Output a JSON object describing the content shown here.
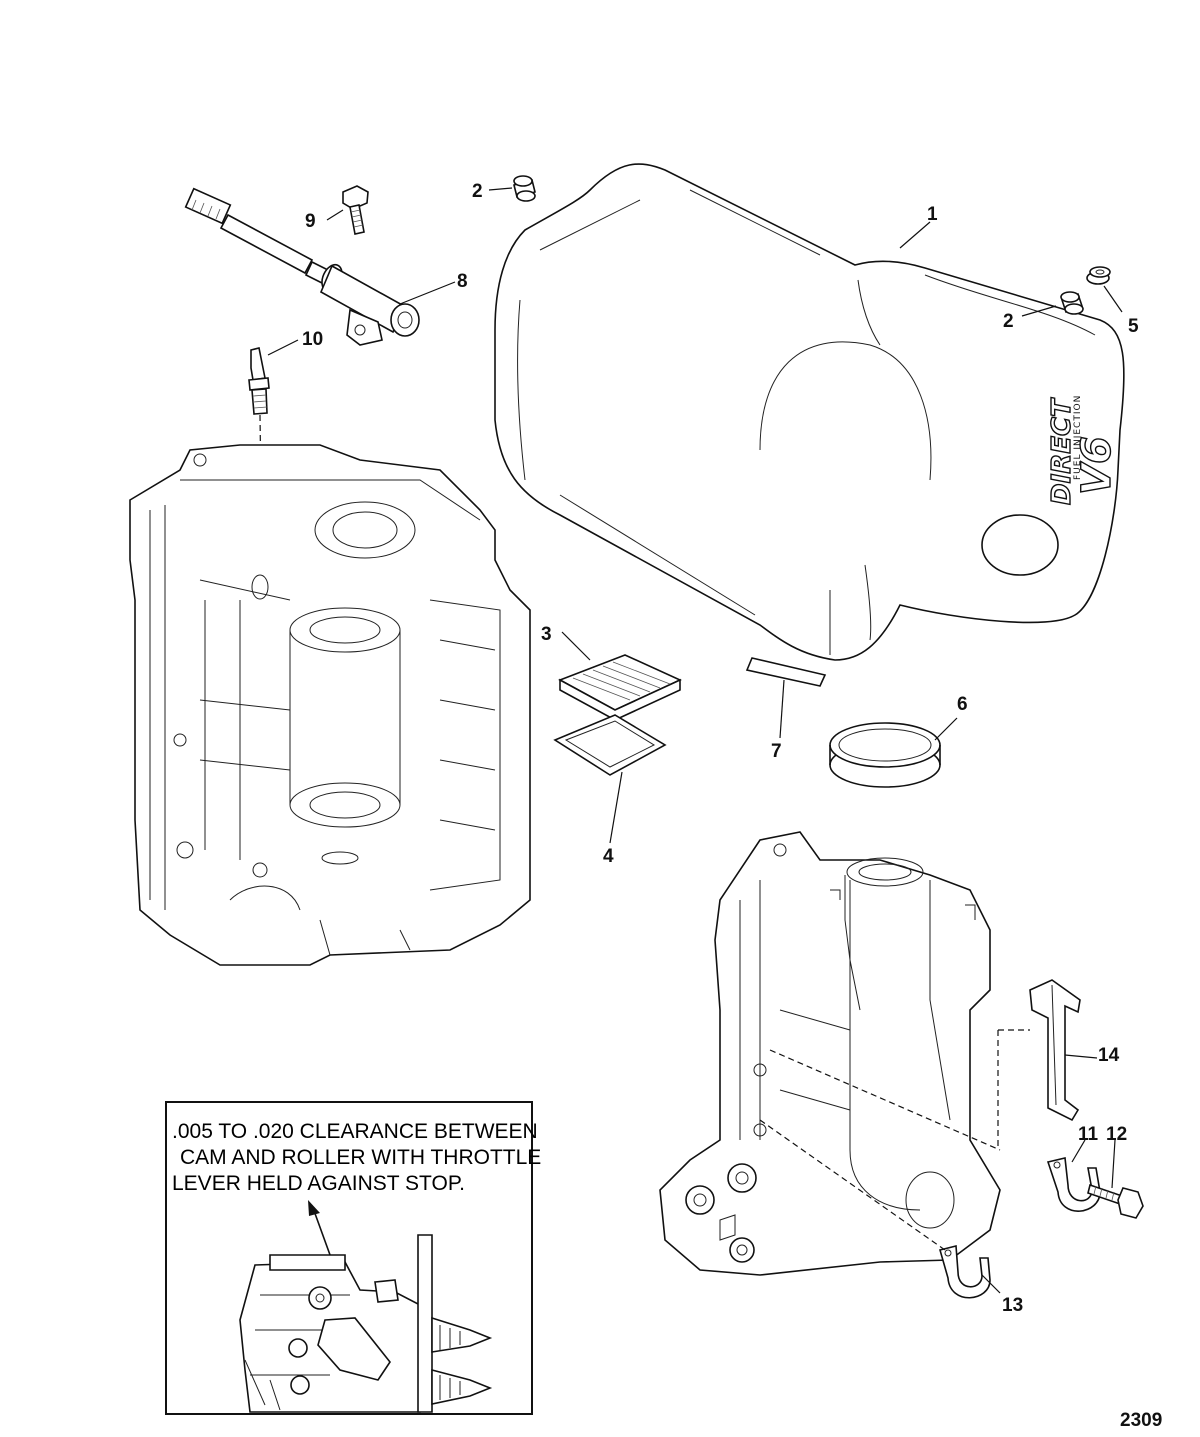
{
  "callouts": [
    {
      "id": "1",
      "label": "1"
    },
    {
      "id": "2a",
      "label": "2"
    },
    {
      "id": "2b",
      "label": "2"
    },
    {
      "id": "3",
      "label": "3"
    },
    {
      "id": "4",
      "label": "4"
    },
    {
      "id": "5",
      "label": "5"
    },
    {
      "id": "6",
      "label": "6"
    },
    {
      "id": "7",
      "label": "7"
    },
    {
      "id": "8",
      "label": "8"
    },
    {
      "id": "9",
      "label": "9"
    },
    {
      "id": "10",
      "label": "10"
    },
    {
      "id": "11",
      "label": "11"
    },
    {
      "id": "12",
      "label": "12"
    },
    {
      "id": "13",
      "label": "13"
    },
    {
      "id": "14",
      "label": "14"
    }
  ],
  "note": {
    "line1": ".005 TO .020 CLEARANCE BETWEEN",
    "line2": "CAM AND ROLLER WITH THROTTLE",
    "line3": "LEVER HELD AGAINST STOP."
  },
  "cover_logo": {
    "word1": "DIRECT",
    "word2": "FUEL INJECTION",
    "word3": "V6"
  },
  "figure_number": "2309"
}
